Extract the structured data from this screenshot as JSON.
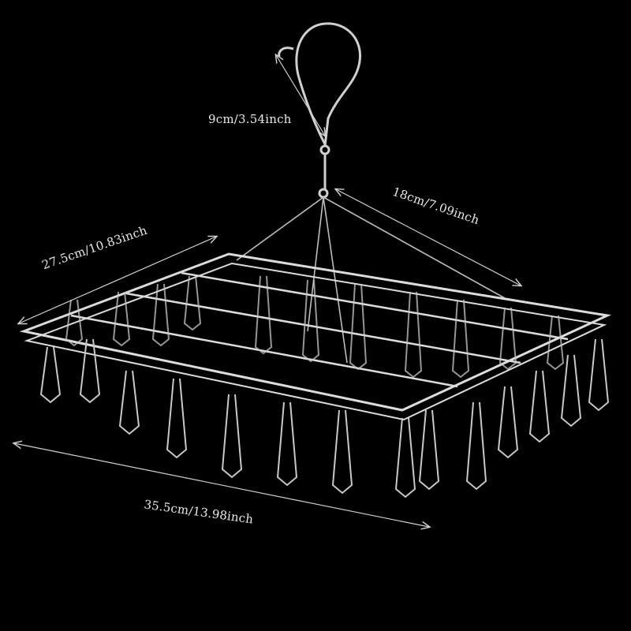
{
  "labels": {
    "hook": "9cm/3.54inch",
    "depth": "18cm/7.09inch",
    "width": "27.5cm/10.83inch",
    "length": "35.5cm/13.98inch"
  },
  "colors": {
    "background": "#000000",
    "wire": "#d9d9d9",
    "text": "#e8e8e8"
  }
}
